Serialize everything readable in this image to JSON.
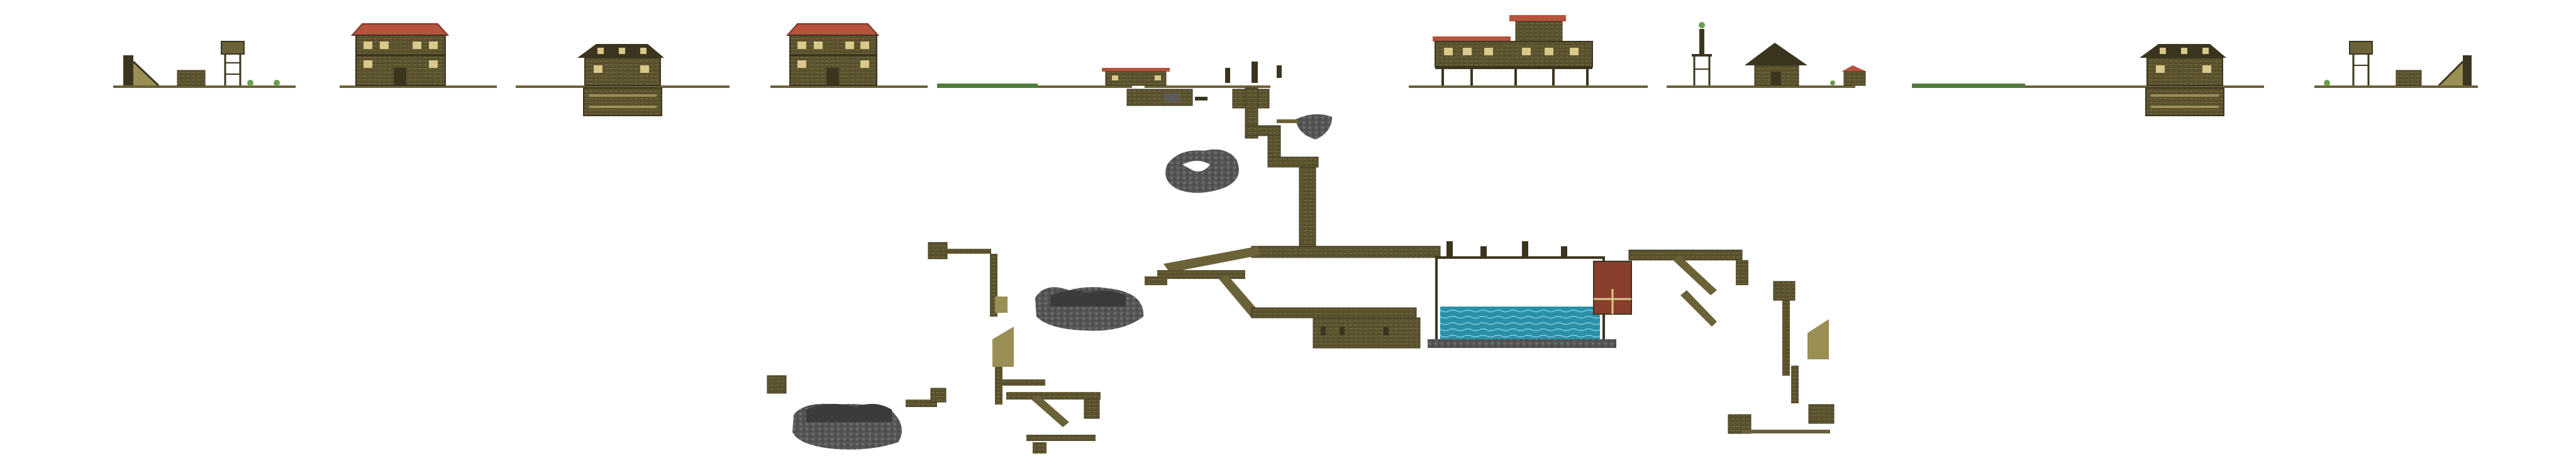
{
  "view": {
    "kind": "side-scrolling tile map overview",
    "background": "#ffffff"
  },
  "palette": {
    "wood_dark": "#3b3520",
    "wood_mid": "#6b6238",
    "wood_light": "#9a8f55",
    "roof_red": "#b5533c",
    "roof_dark": "#7a3426",
    "stone": "#5a5a5a",
    "stone_light": "#8d8d8d",
    "water": "#2b8fa8",
    "water_light": "#7fd0e0",
    "grass": "#4f7a3a",
    "foliage": "#6b9e4f",
    "window": "#d9c98a",
    "brick": "#8a3e2c"
  },
  "surface": {
    "buildings": [
      {
        "name": "ramp-shed"
      },
      {
        "name": "water-tower"
      },
      {
        "name": "tavern-left"
      },
      {
        "name": "house-left"
      },
      {
        "name": "tavern-center"
      },
      {
        "name": "shop-center"
      },
      {
        "name": "mine-entrance"
      },
      {
        "name": "manor"
      },
      {
        "name": "lighthouse"
      },
      {
        "name": "chapel"
      },
      {
        "name": "stall"
      },
      {
        "name": "house-right"
      },
      {
        "name": "water-tower-right"
      },
      {
        "name": "ramp-shed-right"
      }
    ]
  },
  "underground": {
    "areas": [
      "main-shaft",
      "upper-cave",
      "central-hall",
      "flooded-chamber",
      "left-cave",
      "lower-left-cave",
      "right-tunnels"
    ]
  }
}
